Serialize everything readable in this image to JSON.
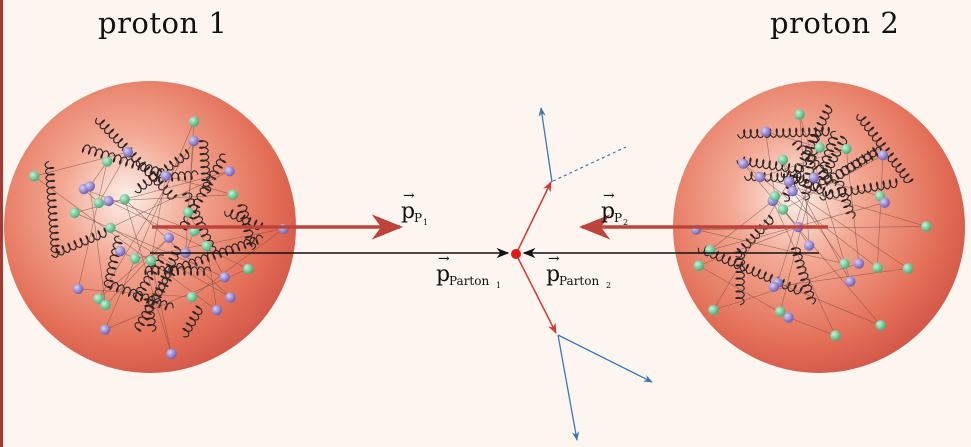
{
  "title_left": "proton 1",
  "title_right": "proton 2",
  "labels": {
    "p_p1_main": "p",
    "p_p1_sub": "P",
    "p_p1_subsub": "1",
    "p_p2_main": "p",
    "p_p2_sub": "P",
    "p_p2_subsub": "2",
    "parton1_main": "p",
    "parton1_sub": "Parton",
    "parton1_subsub": "1",
    "parton2_main": "p",
    "parton2_sub": "Parton",
    "parton2_subsub": "2"
  },
  "colors": {
    "proton_fill": "#e2725a",
    "proton_center": "#fbe3d8",
    "proton_arrow": "#c0433b",
    "parton_arrow": "#111111",
    "vertex": "#e01818",
    "outgoing_red": "#d43a36",
    "outgoing_blue": "#3b78b8",
    "quark_green": "#5cc28e",
    "quark_purple": "#8a78c9",
    "gluon": "#2a2424",
    "border": "#a63a34"
  }
}
